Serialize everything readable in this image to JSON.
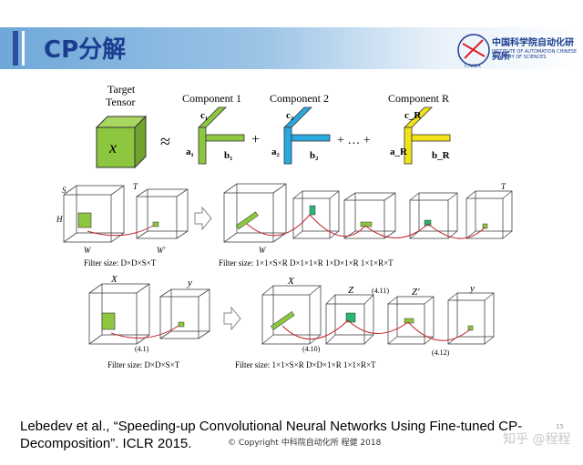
{
  "slide": {
    "title": "CP分解",
    "logo": {
      "name_cn": "中国科学院自动化研究所",
      "name_en": "INSTITUTE OF AUTOMATION CHINESE ACADEMY OF SCIENCES",
      "badge": "CASIA"
    },
    "top_figure": {
      "target_label_1": "Target",
      "target_label_2": "Tensor",
      "tensor_symbol": "x",
      "approx": "≈",
      "plus": "+",
      "ellipsis": "+ … +",
      "components": [
        {
          "title": "Component 1",
          "c": "c₁",
          "a": "a₁",
          "b": "b₁",
          "color": "#8dc63f"
        },
        {
          "title": "Component 2",
          "c": "c₂",
          "a": "a₂",
          "b": "b₂",
          "color": "#29a9e0"
        },
        {
          "title": "Component R",
          "c": "c_R",
          "a": "a_R",
          "b": "b_R",
          "color": "#f2e21a"
        }
      ]
    },
    "mid_figure": {
      "left_caption": "Filter size: D×D×S×T",
      "right_caption": "Filter size:  1×1×S×R      D×1×1×R      1×D×1×R      1×1×R×T"
    },
    "bottom_figure": {
      "labels": {
        "x": "X",
        "y": "y",
        "z": "Z",
        "zp": "Z′"
      },
      "eq_410": "(4.10)",
      "eq_411": "(4.11)",
      "eq_412": "(4.12)",
      "eq_41": "(4.1)",
      "left_caption": "Filter size: D×D×S×T",
      "right_caption": "Filter size:      1×1×S×R    D×D×1×R   1×1×R×T"
    },
    "citation": "Lebedev et al., “Speeding-up Convolutional Neural Networks Using Fine-tuned CP-Decomposition”. ICLR 2015.",
    "copyright": "© Copyright 中科院自动化所 程健 2018",
    "watermark": "知乎 @程程",
    "page_number": "15"
  }
}
